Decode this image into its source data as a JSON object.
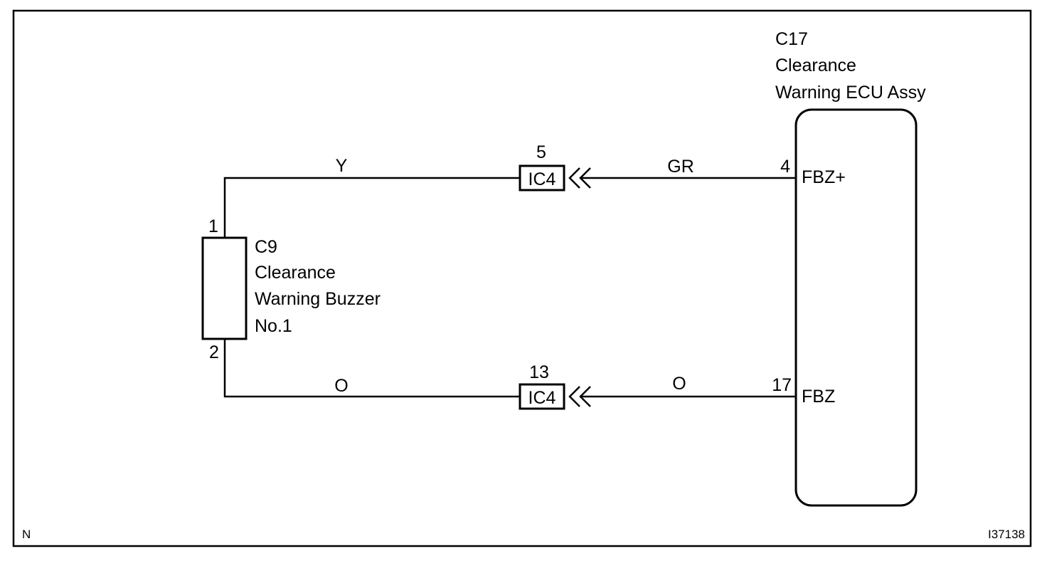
{
  "ecu": {
    "code": "C17",
    "name_line1": "Clearance",
    "name_line2": "Warning ECU Assy",
    "pin_top": "4",
    "pin_top_name": "FBZ+",
    "pin_bottom": "17",
    "pin_bottom_name": "FBZ"
  },
  "buzzer": {
    "code": "C9",
    "name_line1": "Clearance",
    "name_line2": "Warning Buzzer",
    "name_line3": "No.1",
    "pin_top": "1",
    "pin_bottom": "2"
  },
  "connector_top": {
    "label": "IC4",
    "pin": "5"
  },
  "connector_bottom": {
    "label": "IC4",
    "pin": "13"
  },
  "wires": {
    "top_left_color": "Y",
    "top_right_color": "GR",
    "bottom_left_color": "O",
    "bottom_right_color": "O"
  },
  "corner_left": "N",
  "figure_id": "I37138"
}
